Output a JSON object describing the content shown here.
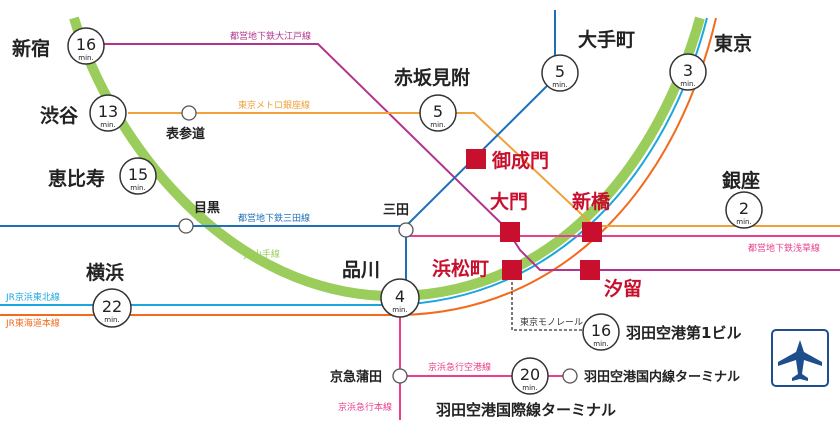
{
  "colors": {
    "yamanote": "#9acd5b",
    "keihin_tohoku": "#1aa6e0",
    "tokaido": "#f26b1d",
    "oedo": "#b2348e",
    "ginza": "#f0a13b",
    "mita": "#1f6fb8",
    "asakusa": "#e8418b",
    "hanzomon": "#8b6fb8",
    "keikyu": "#e8418b",
    "monorail": "#333333",
    "highlight": "#c8102e"
  },
  "minutes_unit": "min.",
  "stations": {
    "shinjuku": {
      "name": "新宿",
      "minutes": "16"
    },
    "shibuya": {
      "name": "渋谷",
      "minutes": "13"
    },
    "ebisu": {
      "name": "恵比寿",
      "minutes": "15"
    },
    "yokohama": {
      "name": "横浜",
      "minutes": "22"
    },
    "shinagawa": {
      "name": "品川",
      "minutes": "4"
    },
    "akasaka_mitsuke": {
      "name": "赤坂見附",
      "minutes": "5"
    },
    "otemachi": {
      "name": "大手町",
      "minutes": "5"
    },
    "tokyo": {
      "name": "東京",
      "minutes": "3"
    },
    "ginza": {
      "name": "銀座",
      "minutes": "2"
    },
    "haneda_t1": {
      "name": "羽田空港第1ビル",
      "minutes": "16"
    },
    "haneda_intl": {
      "name": "羽田空港国際線ターミナル",
      "minutes": "20"
    },
    "haneda_dom": {
      "name": "羽田空港国内線ターミナル"
    },
    "omotesando": {
      "name": "表参道"
    },
    "meguro": {
      "name": "目黒"
    },
    "mita": {
      "name": "三田"
    },
    "keikyu_kamata": {
      "name": "京急蒲田"
    }
  },
  "highlight_stations": {
    "onarimon": "御成門",
    "daimon": "大門",
    "shimbashi": "新橋",
    "hamamatsucho": "浜松町",
    "shiodome": "汐留"
  },
  "line_labels": {
    "oedo": "都営地下鉄大江戸線",
    "ginza": "東京メトロ銀座線",
    "mita": "都営地下鉄三田線",
    "yamanote": "JR山手線",
    "asakusa": "都営地下鉄浅草線",
    "keihin_tohoku": "JR京浜東北線",
    "tokaido": "JR東海道本線",
    "monorail": "東京モノレール",
    "keikyu_airport": "京浜急行空港線",
    "keikyu_main": "京浜急行本線"
  },
  "airport_icon": "airplane-icon"
}
